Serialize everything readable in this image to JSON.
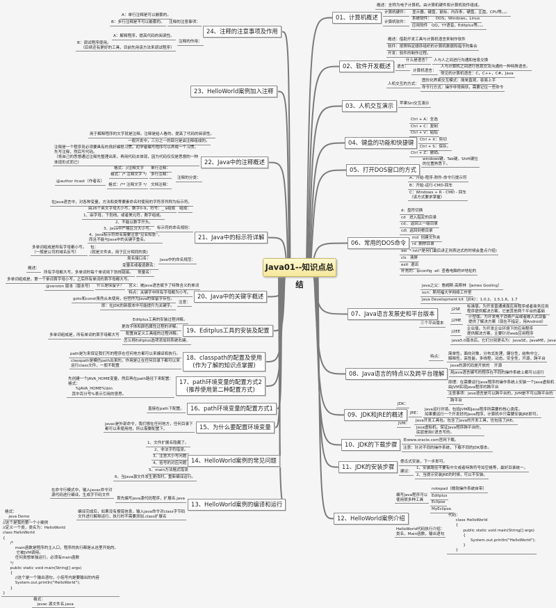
{
  "title": "Java01--知识点总结",
  "topics": [
    {
      "label": "01、计算机概述",
      "items": [
        "概述：全称为电子计算机。由计算机硬件和计算机软件组成。",
        "计算机硬件：",
        "显示器，键盘，鼠标，内存条，硬盘，主盘，CPU等。。。",
        "计算机软件：",
        "系统软件：",
        "DOS，Windows，Linux",
        "应用软件",
        "QQ，YY语音，Editplus等。。。"
      ]
    },
    {
      "label": "02、软件开发概述",
      "items": [
        "概述：借助开发工具与计算机语言来制作软件",
        "软件：按照特定顺序组织的计算机数据和指令的集合",
        "开发：软件的制作过程。",
        "语言：",
        "什么是语言？",
        "人与人之间进行沟通和信息交换",
        "计算机语言：",
        "人与计算机之间进行信息交流沟通的一种特殊语言。",
        "常见的计算机语言：C，C++，C#，Java",
        "人机交互的方式：",
        "图形化界面交互模式：简单直观，容易上手",
        "命令行方式：操作非常麻烦，需要记住一些命令"
      ]
    },
    {
      "label": "03、人机交互演示",
      "items": [
        "苹果Siri交互演示"
      ]
    },
    {
      "label": "04、键盘的功能和快捷键",
      "items": [
        "Ctrl + A：全选",
        "Ctrl + C：复制",
        "Ctrl + V：粘贴",
        "Ctrl + X：剪切",
        "Ctrl + S：保存。",
        "Ctrl + Z：撤销。",
        "windows键，Tab键，Shift键位\n的位置熟悉下。"
      ]
    },
    {
      "label": "05、打开DOS窗口的方式",
      "items": [
        "A：开始-程序-附件-命令行提示符",
        "B：开始-运行-CMD-回车",
        "C：Windows + R - CMD - 回车\n（该方式要求掌握）"
      ]
    },
    {
      "label": "06、常用的DOS命令",
      "items": [
        "d:  盘符切换",
        "cd   进入指定的目录",
        "cd..  返回上一级目录",
        "cd\\  返回到根目录",
        "md  创建文件夹",
        "rd  删除目录",
        "del  *.txt(*是何们最后讲正则表达式的时候会重点介绍)",
        "cls   清屏",
        "exit  退出",
        "补充的：ipconfig -all  查看电脑的IP地址的"
      ]
    },
    {
      "label": "07、Java语言发展史和平台版本",
      "items": [
        "Java之父：詹姆斯·高斯林（James Gosling）",
        "sun：斯坦福大学网络工作室",
        "Java Development kit（JDK）：1.0.2、1.5.1.6、1.7",
        "三个平台版本",
        "J2SE",
        "标准版。为开发普通桌面应用程序或者商务应用\n程序提供解决方案，它是其他两个平台的基础",
        "J2ME",
        "小型版。为开发电子消费产品或者嵌入式设备\n提供了解决方案（现在不指定，用Android）",
        "J2EE",
        "企业版。为开发企业环境下的应用程序\n提供解决方案，主要针对web应用程序",
        "java5.0版本后，它们分别更名为：JavaSE，JavaME，JavaEE"
      ]
    },
    {
      "label": "08、Java语言的特点以及跨平台理解",
      "items": [
        "特点：",
        "简单性，面向对象，分布式处理，健壮性，结构中立，\n解释性，高性能，多线程，动态，安全性，开源，跨平台",
        "开源",
        "Java的源代码是开放的",
        "跨平台",
        "用java语言编写的程序在不同的操作系统上都可以运行",
        "原理：在需要运行Java程序的操作系统上安装一个Java虚拟机（JVM）\n由JVM实现Java程序的跨平台",
        "注意事项：java语言是可以跨平台的，JVM是不可以跨平台的"
      ]
    },
    {
      "label": "09、JDK和JRE的概述",
      "items": [
        "JDK：",
        "Java开发工具包。包含了Java的开发工具，也包括了JRE。",
        "JRE：",
        "Java运行环境。包括JVM和Java程序所需要的核心类库。\n如果要运行一个开发好的Java程序，计算机中只需要安装JRE即可。",
        "JVM：",
        "Java虚拟机。保证Java程序跨平台的，\n底层是用C语言写的。"
      ]
    },
    {
      "label": "10、JDK的下载步骤",
      "items": [
        "去www.oracle.com官网下载。",
        "注意：针对不同的操作系统，下载不同的JDK版本。"
      ]
    },
    {
      "label": "11、JDK的安装步骤",
      "items": [
        "傻瓜式安装，下一步即可。",
        "建议：",
        "1、安装路径不要有中文或者特殊符号如空格等，最好目录统一。",
        "2、当提示安装JRE的时候，可以不安装。"
      ]
    },
    {
      "label": "12、HelloWorld案例介绍",
      "items": [
        "编写Java程序可以\n使用很多种工具",
        "notepad（微软操作系统自带）",
        "Editplus",
        "Eclipse",
        "MyEclipse.",
        "HelloWorld代码执行介绍：\n类名，Main函数，输出语句",
        "代码：\n      class HelloWorld\n      {\n            public static void main(String[] args)\n            {\n                  System.out.println(\"HelloWorld\");\n            }\n      }"
      ]
    },
    {
      "label": "13、HelloWorld案例的编译和运行",
      "items": [
        "首先编写java源代码程序，扩展名.java",
        "在命令行模式中，输入javac命令对\n源代码进行编译，生成字节码文件",
        "格式：\n   javac 源文件名.java",
        "编译完成后，如果没有报错信息，输入java命令对class字节码\n文件进行解释运行，执行时不需要添加.class扩展名",
        "格式：\n   java Demo"
      ]
    },
    {
      "label": "14、HelloWorld案例的常见问题",
      "items": [
        "1、文件扩展名隐藏了。",
        "2、非法字符错误。",
        "3、注意大小写问题",
        "4、括号的对应问题",
        "5、main方法格式错误",
        "6、当Java源文件发生更改时，重新编译运行。"
      ]
    },
    {
      "label": "15、为什么要配置环境变量",
      "items": [
        "javac是外部命令，我们想在任何地方，任何目录下\n都可以来使用他，所以需要配置下。"
      ]
    },
    {
      "label": "16、path环境变量的配置方式1",
      "items": [
        "直接在path下配置。"
      ]
    },
    {
      "label": "17、path环境变量的配置方式2\n(推荐使用第二种配置方式)",
      "items": [
        "先创建一个JAVA_HOME变量，然后再在path路径下来配置：\n格式：\n      %JAVA_HOME%\\bin\n   其中百分号%表示引用的意思。"
      ]
    },
    {
      "label": "18、classpath的配置及使用\n(作为了解的知识点掌握)",
      "items": [
        "path是为来保证我们写的程序在任何地方都可以来编译和执行。",
        "classpath是模仿path出来的，作用是让在任何目录下都可以来\n运行class文件，一般不配置"
      ]
    },
    {
      "label": "19、Editplus工具的安装及配置",
      "items": [
        "Editplus工具的安装过程详解。",
        "更改字体和颜色属性过程的详解。",
        "配置自定义工具组的过程详解。",
        "怎么将Editplus选项添加到系统右键。"
      ]
    },
    {
      "label": "20、Java中的关键字概述",
      "items": [
        "什么是保留字？",
        "含义：被Java语言赋予了特殊含义的单词",
        "特点：关键字中所有字母都为小写。",
        "注意：",
        "goto和const虽然从未使用，但也作为Java的保留字存在。",
        "即：在JDK的新版本中可能提升为关键字。"
      ]
    },
    {
      "label": "21、Java中的标示符详解",
      "items": [
        "概述：",
        "在Java语言中，对各种变量，方法和类等要素命名时使用的字符序列称为标示符。",
        "组成：",
        "由26个英文字母大小写，数字0-9，符号：_ $组成",
        "标示符的命名规则：",
        "1、由字母，下划线，或者美元符，数字组成。",
        "2、不能以数字开头。",
        "3、Java中严格区分大小写。",
        "4、Java标示符命名需要注意\"见名知意\"，\n而且不能与Java中的关键字重名。",
        "Java中的命名规范：",
        "包：\n(就是文件夹，用于区分相同的类)",
        "多单词组成是所有字母都小写。\n（一般是公司的域名反写）",
        "类名接口名：",
        "多单词组成是，所有单词的首字母都大写",
        "变量名或者函数名：",
        "多单词组成是，第一个单词首字母小写，之后所有单词的首字母都大写。",
        "常量名：",
        "所有字母都大写，多单词时每个单词用下划线链接。"
      ]
    },
    {
      "label": "22、Java中的注释概述",
      "items": [
        "用于解释程序的文字就是注释。注释是给人看的。提高了代码的阅读性。",
        "一般开发中，三分之一的部分是由注释组成的。",
        "注释是一个程序员必须要具有的良好编程习惯。初学者编写程序可以养成一个习惯，\n先写注释，然后写代码。\n（将自己的思想通过注释先整理出来，再用代码去体现，因为代码仅仅是思想的一种\n体现形式而已）",
        "注释的分类：",
        "单行注释：",
        "格式：//注释文字",
        "多行注释：",
        "格式：/* 注释文字 */",
        "文档注释：",
        "格式：/** 注释文字 */",
        "@author itcast（作者名）",
        "@version 版本（版本号）"
      ]
    },
    {
      "label": "23、HelloWorld案例加入注释",
      "items": [
        "//这个是我的第一个小案例\n//定义一个类，类名为：HelloWorld\nclass HelloWorld\n{\n      /*\n          main函数是程序的主入口，程序的执行都是从这里开始的。\n           它被JVM调用。\n          任何类想单独运行，必须有main函数\n      */\n      public static void main(String[] args)\n      {\n          //这个是一个输出语句，小括号内是要输出的内容\n          System.out.println(\"HelloWorld\");\n      }\n}"
      ]
    },
    {
      "label": "24、注释的注意事项及作用",
      "items": [
        "注释的注意事项：",
        "A：单行注释是可以嵌套的。",
        "B：多行注释是不可以嵌套的。",
        "注释的作用：",
        "A：解释程序，提高代码的阅读性。",
        "B：调试程序使用。\n   （后续还有更好的工具，目前先用该方法来调试程序）"
      ]
    }
  ]
}
